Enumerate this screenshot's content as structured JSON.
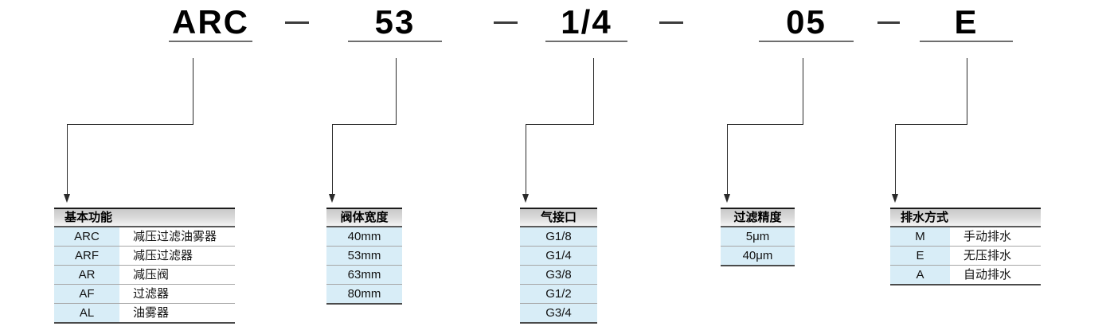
{
  "code": {
    "segments": [
      "ARC",
      "53",
      "1/4",
      "05",
      "E"
    ],
    "separator": "–"
  },
  "tables": [
    {
      "title": "基本功能",
      "rows": [
        {
          "code": "ARC",
          "desc": "减压过滤油雾器"
        },
        {
          "code": "ARF",
          "desc": "减压过滤器"
        },
        {
          "code": "AR",
          "desc": "减压阀"
        },
        {
          "code": "AF",
          "desc": "过滤器"
        },
        {
          "code": "AL",
          "desc": "油雾器"
        }
      ]
    },
    {
      "title": "阀体宽度",
      "rows": [
        {
          "code": "40mm"
        },
        {
          "code": "53mm"
        },
        {
          "code": "63mm"
        },
        {
          "code": "80mm"
        }
      ]
    },
    {
      "title": "气接口",
      "rows": [
        {
          "code": "G1/8"
        },
        {
          "code": "G1/4"
        },
        {
          "code": "G3/8"
        },
        {
          "code": "G1/2"
        },
        {
          "code": "G3/4"
        }
      ]
    },
    {
      "title": "过滤精度",
      "rows": [
        {
          "code": "5μm"
        },
        {
          "code": "40μm"
        }
      ]
    },
    {
      "title": "排水方式",
      "rows": [
        {
          "code": "M",
          "desc": "手动排水"
        },
        {
          "code": "E",
          "desc": "无压排水"
        },
        {
          "code": "A",
          "desc": "自动排水"
        }
      ]
    }
  ],
  "colors": {
    "cell_highlight_blue": "#d8edf7",
    "header_gray": "#d2d2d2",
    "line_color": "#2a2a2a"
  }
}
